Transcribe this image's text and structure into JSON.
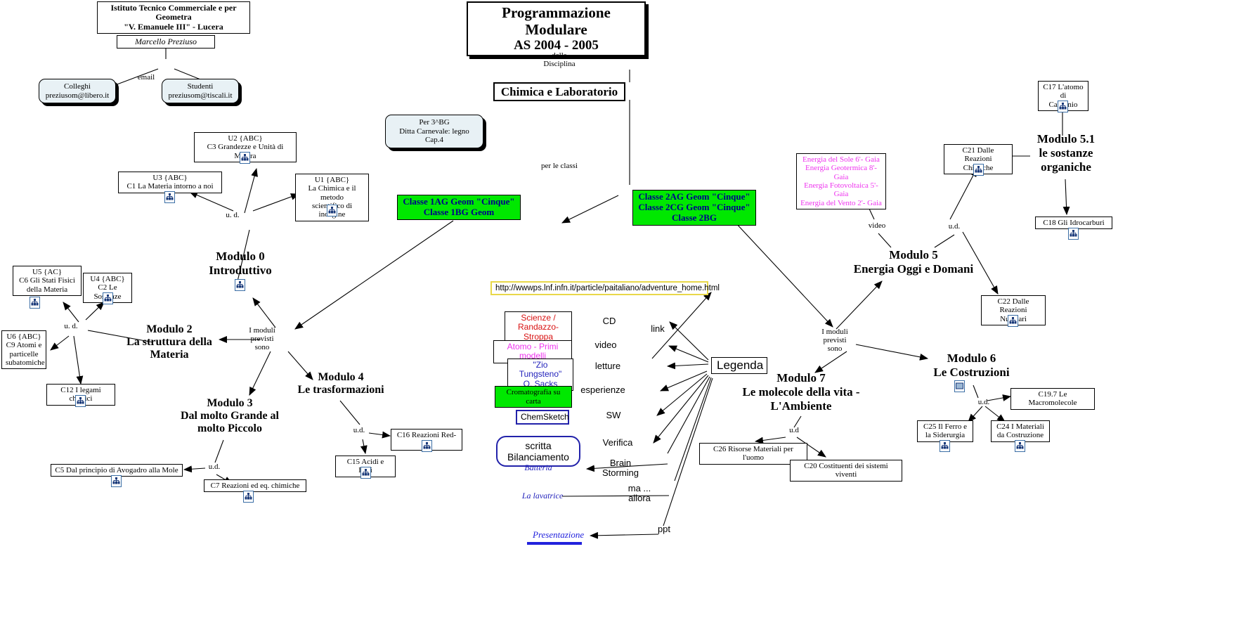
{
  "meta": {
    "title": "Programmazione Modulare AS 2004 - 2005",
    "colors": {
      "green_highlight": "#00e800",
      "note_fill": "#e8f1f5",
      "url_border": "#e8d84a",
      "red_text": "#d81111",
      "magenta_text": "#ee33ee",
      "blue_text": "#2222bb",
      "navy_text": "#00008b"
    }
  },
  "header": {
    "institute_line1": "Istituto Tecnico Commerciale e per Geometra",
    "institute_line2": "\"V. Emanuele III\" - Lucera",
    "author": "Marcello Preziuso",
    "email_label": "email",
    "colleghi_line1": "Colleghi",
    "colleghi_line2": "preziusom@libero.it",
    "studenti_line1": "Studenti",
    "studenti_line2": "preziusom@tiscali.it",
    "main_title_line1": "Programmazione Modulare",
    "main_title_line2": "AS 2004 - 2005",
    "della_label_line1": "della",
    "della_label_line2": "Disciplina",
    "discipline": "Chimica e Laboratorio",
    "per_le_classi": "per le classi"
  },
  "notes": {
    "ditta_line1": "Per 3^BG",
    "ditta_line2": "Ditta Carnevale: legno Cap.4"
  },
  "classes": {
    "class_1_line1": "Classe 1AG Geom \"Cinque\"",
    "class_1_line2": "Classe 1BG Geom",
    "class_2_line1": "Classe 2AG Geom \"Cinque\"",
    "class_2_line2": "Classe 2CG Geom \"Cinque\"",
    "class_2_line3": "Classe 2BG"
  },
  "connector_labels": {
    "ud_left": "u. d.",
    "ud_mod2": "u. d.",
    "ud_mod3": "u.d.",
    "ud_mod4": "u.d.",
    "ud_mod5": "u.d.",
    "ud_mod6": "u.d.",
    "ud_mod7": "u.d",
    "moduli_left_line1": "I moduli",
    "moduli_left_line2": "previsti",
    "moduli_left_line3": "sono",
    "moduli_right_line1": "I moduli",
    "moduli_right_line2": "previsti",
    "moduli_right_line3": "sono",
    "video": "video"
  },
  "modules": [
    {
      "name": "Modulo 0",
      "subtitle": "Introduttivo"
    },
    {
      "name": "Modulo 2",
      "subtitle_line1": "La struttura della",
      "subtitle_line2": "Materia"
    },
    {
      "name": "Modulo 3",
      "subtitle_line1": "Dal molto Grande al",
      "subtitle_line2": "molto Piccolo"
    },
    {
      "name": "Modulo 4",
      "subtitle": "Le trasformazioni"
    },
    {
      "name": "Modulo 5",
      "subtitle": "Energia Oggi e Domani"
    },
    {
      "name": "Modulo 5.1",
      "subtitle_line1": "le sostanze",
      "subtitle_line2": "organiche"
    },
    {
      "name": "Modulo 6",
      "subtitle": "Le Costruzioni"
    },
    {
      "name": "Modulo 7",
      "subtitle_line1": "Le molecole della vita -",
      "subtitle_line2": "L'Ambiente"
    }
  ],
  "units": {
    "u1_line1": "U1 {ABC}",
    "u1_line2": "La Chimica e il metodo",
    "u1_line3": "scientifico di indagine",
    "u2_line1": "U2 {ABC}",
    "u2_line2": "C3 Grandezze e Unità di Misura",
    "u3_line1": "U3 {ABC}",
    "u3_line2": "C1 La Materia intorno a noi",
    "u4_line1": "U4 {ABC}",
    "u4_line2": "C2 Le Sostanze",
    "u5_line1": "U5 {AC}",
    "u5_line2": "C6 Gli Stati Fisici",
    "u5_line3": "della Materia",
    "u6_line1": "U6 {ABC}",
    "u6_line2": "C9 Atomi e",
    "u6_line3": "particelle",
    "u6_line4": "subatomiche"
  },
  "concepts": {
    "c12": "C12 I legami chimici",
    "c5": "C5 Dal principio di Avogadro alla Mole",
    "c7": "C7 Reazioni ed eq. chimiche",
    "c15": "C15 Acidi e Basi",
    "c16": "C16 Reazioni Red-Ox",
    "c17_line1": "C17 L'atomo di",
    "c17_line2": "Carbonio",
    "c18": "C18 Gli Idrocarburi",
    "c21_line1": "C21 Dalle Reazioni",
    "c21_line2": "Chimiche",
    "c22_line1": "C22 Dalle Reazioni",
    "c22_line2": "Nucleari",
    "c19": "C19.7 Le Macromolecole",
    "c24_line1": "C24 I Materiali",
    "c24_line2": "da Costruzione",
    "c25_line1": "C25 Il Ferro e",
    "c25_line2": "la Siderurgia",
    "c26": "C26 Risorse Materiali per l'uomo",
    "c20": "C20 Costituenti dei sistemi viventi"
  },
  "energy_box": {
    "line1": "Energia del Sole 6'- Gaia",
    "line2": "Energia Geotermica 8'- Gaia",
    "line3": "Energia Fotovoltaica 5'- Gaia",
    "line4": "Energia del Vento 2'- Gaia"
  },
  "legend": {
    "title": "Legenda",
    "url": "http://wwwps.lnf.infn.it/particle/paitaliano/adventure_home.html",
    "items": [
      {
        "label": "link",
        "target_line1": "",
        "target_line2": ""
      },
      {
        "label": "CD",
        "target_line1": "Scienze /",
        "target_line2": "Randazzo-Stroppa"
      },
      {
        "label": "video",
        "target_line1": "Atomo - Primi modelli",
        "target_line2": ""
      },
      {
        "label": "letture",
        "target_line1": "\"Zio Tungsteno\"",
        "target_line2": "O. Sacks"
      },
      {
        "label": "esperienze",
        "target_line1": "Cromatografia su carta",
        "target_line2": ""
      },
      {
        "label": "SW",
        "target_line1": "ChemSketch",
        "target_line2": ""
      },
      {
        "label": "Verifica",
        "target_line1": "scritta Bilanciamento",
        "target_line2": ""
      },
      {
        "label": "Brain\nStorming",
        "target_line1": "Batteria",
        "target_line2": ""
      },
      {
        "label": "ma ...\nallora",
        "target_line1": "La lavatrice",
        "target_line2": ""
      },
      {
        "label": "ppt",
        "target_line1": "Presentazione",
        "target_line2": ""
      }
    ],
    "lbl_link": "link",
    "lbl_cd": "CD",
    "lbl_video": "video",
    "lbl_letture": "letture",
    "lbl_esperienze": "esperienze",
    "lbl_sw": "SW",
    "lbl_verifica": "Verifica",
    "lbl_brain1": "Brain",
    "lbl_brain2": "Storming",
    "lbl_ma": "ma ...",
    "lbl_allora": "allora",
    "lbl_ppt": "ppt",
    "box_scienze_l1": "Scienze /",
    "box_scienze_l2": "Randazzo-Stroppa",
    "box_atomo": "Atomo - Primi modelli",
    "box_zio_l1": "\"Zio Tungsteno\"",
    "box_zio_l2": "O. Sacks",
    "box_cromatografia": "Cromatografia su carta",
    "box_chemsketch": "ChemSketch",
    "box_bilanciamento": "scritta Bilanciamento",
    "box_batteria": "Batteria",
    "box_lavatrice": "La lavatrice",
    "box_presentazione": "Presentazione"
  }
}
